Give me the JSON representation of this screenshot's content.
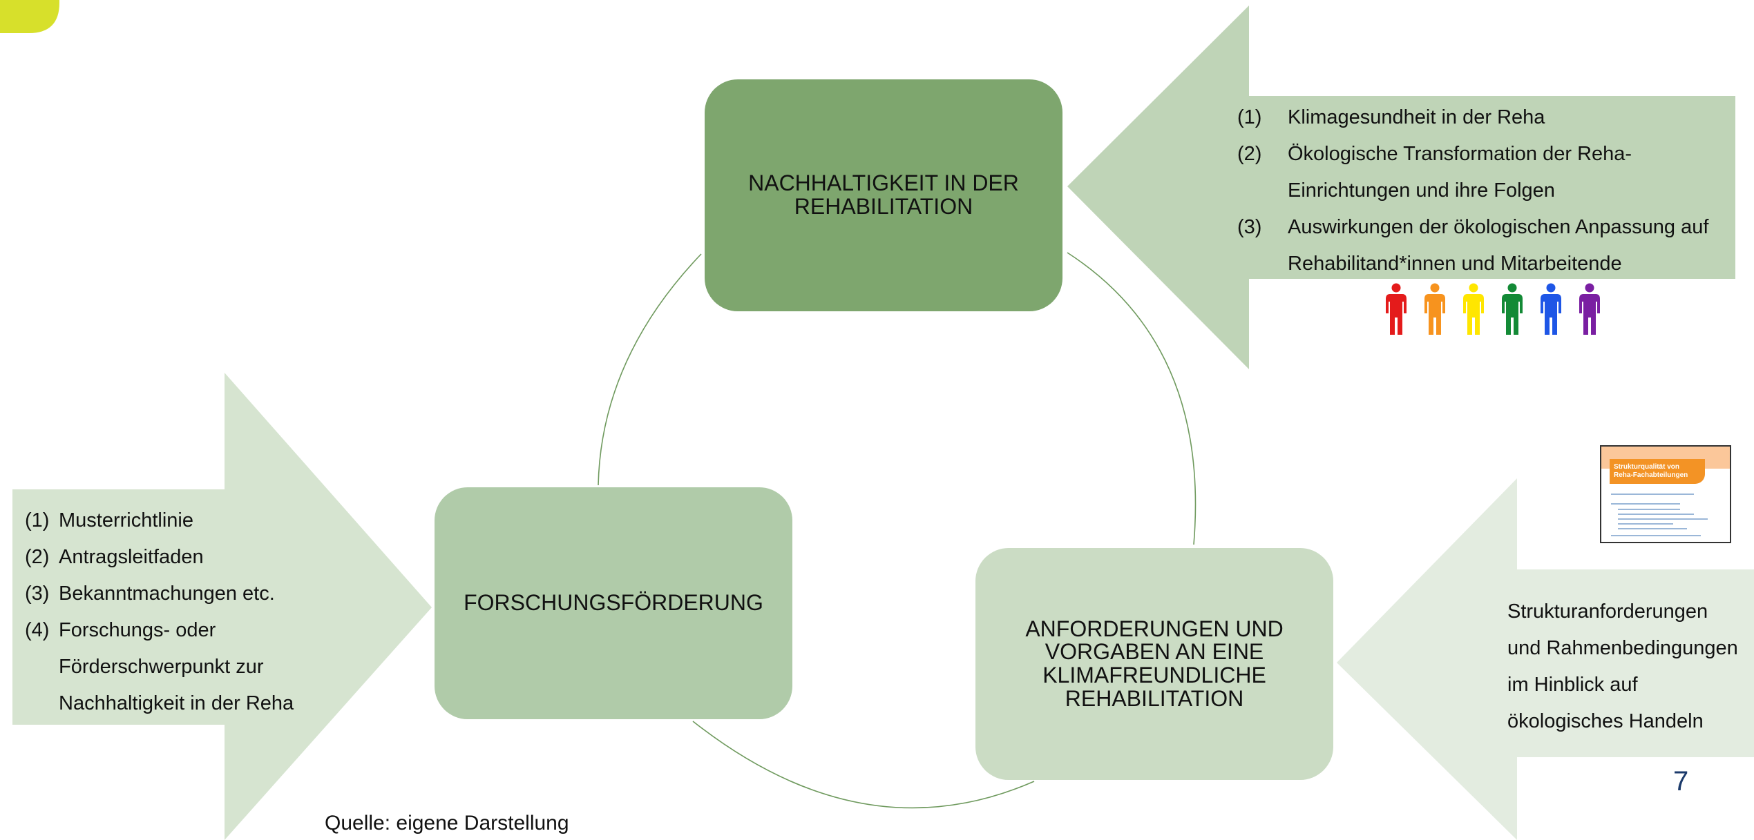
{
  "boxes": {
    "top": "NACHHALTIGKEIT IN DER\nREHABILITATION",
    "left": "FORSCHUNGSFÖRDERUNG",
    "right": "ANFORDERUNGEN UND\nVORGABEN AN EINE\nKLIMAFREUNDLICHE\nREHABILITATION"
  },
  "top_list": [
    {
      "num": "(1)",
      "lines": [
        "Klimagesundheit in der Reha"
      ]
    },
    {
      "num": "(2)",
      "lines": [
        "Ökologische Transformation der Reha-",
        "Einrichtungen und ihre Folgen"
      ]
    },
    {
      "num": "(3)",
      "lines": [
        "Auswirkungen der ökologischen Anpassung auf",
        "Rehabilitand*innen und Mitarbeitende"
      ]
    }
  ],
  "left_list": [
    {
      "num": "(1)",
      "lines": [
        "Musterrichtlinie"
      ]
    },
    {
      "num": "(2)",
      "lines": [
        "Antragsleitfaden"
      ]
    },
    {
      "num": "(3)",
      "lines": [
        "Bekanntmachungen etc."
      ]
    },
    {
      "num": "(4)",
      "lines": [
        "Forschungs- oder",
        "Förderschwerpunkt zur",
        "Nachhaltigkeit in der Reha"
      ]
    }
  ],
  "right_text": [
    "Strukturanforderungen",
    "und Rahmenbedingungen",
    "im Hinblick auf",
    "ökologisches Handeln"
  ],
  "thumbnail": {
    "title_line1": "Strukturqualität von",
    "title_line2": "Reha-Fachabteilungen"
  },
  "people_colors": [
    "#e41b1b",
    "#f7931e",
    "#ffe600",
    "#138a36",
    "#1e56e6",
    "#7a1fa2"
  ],
  "source": "Quelle: eigene Darstellung",
  "page_number": "7",
  "colors": {
    "box_top": "#7ea66e",
    "box_left": "#b0cba9",
    "box_right": "#cbdcc4",
    "arrow_top": "#bfd4b7",
    "arrow_left": "#d6e4d0",
    "arrow_right": "#e3ece0",
    "accent": "#d7e02b"
  }
}
